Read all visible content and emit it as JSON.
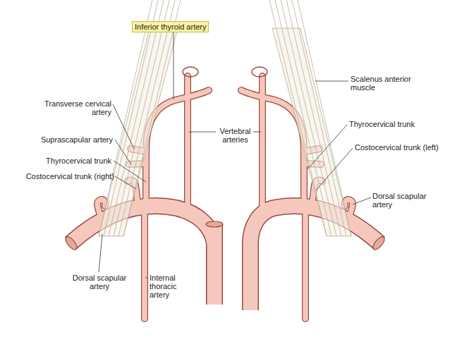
{
  "diagram": {
    "nodes": [
      {
        "text": [
          "Inferior thyroid artery"
        ]
      }
    ],
    "labels": [
      "Transverse cervical artery",
      "Suprascapular artery",
      "Thyrocervical trunk",
      "Costocervical trunk (right)",
      "Vertebral arteries",
      "Dorsal scapular artery",
      "Internal thoracic artery",
      "Scalenus anterior muscle",
      "Thyrocervical trunk",
      "Costocervical trunk (left)",
      "Dorsal scapular artery"
    ]
  }
}
